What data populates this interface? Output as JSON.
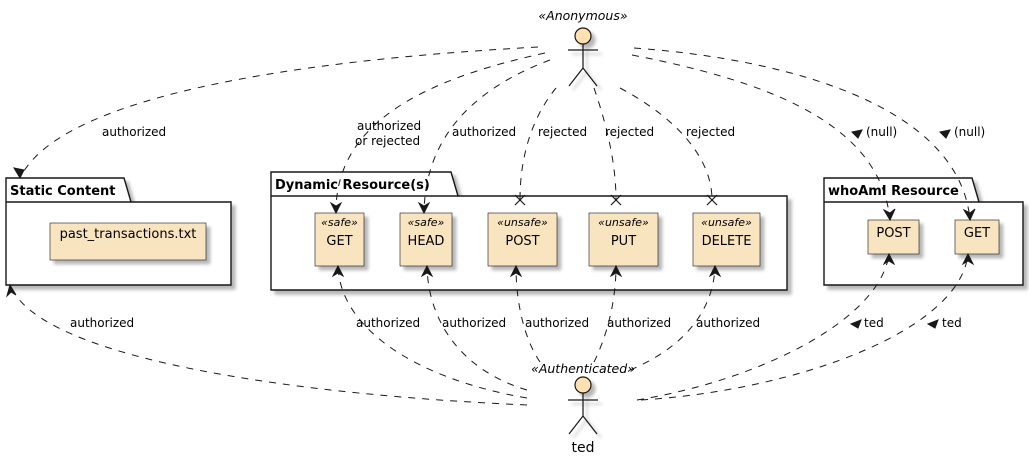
{
  "actors": {
    "anonymous": {
      "stereotype": "«Anonymous»",
      "name": ""
    },
    "authenticated": {
      "stereotype": "«Authenticated»",
      "name": "ted"
    }
  },
  "packages": {
    "static": {
      "title": "Static Content",
      "nodes": {
        "past_transactions": {
          "stereotype": "",
          "label": "past_transactions.txt"
        }
      }
    },
    "dynamic": {
      "title": "Dynamic Resource(s)",
      "nodes": {
        "get": {
          "stereotype": "«safe»",
          "label": "GET"
        },
        "head": {
          "stereotype": "«safe»",
          "label": "HEAD"
        },
        "post": {
          "stereotype": "«unsafe»",
          "label": "POST"
        },
        "put": {
          "stereotype": "«unsafe»",
          "label": "PUT"
        },
        "delete": {
          "stereotype": "«unsafe»",
          "label": "DELETE"
        }
      }
    },
    "whoami": {
      "title": "whoAmI Resource",
      "nodes": {
        "post": {
          "stereotype": "",
          "label": "POST"
        },
        "get": {
          "stereotype": "",
          "label": "GET"
        }
      }
    }
  },
  "edge_labels": {
    "anon_static": "authorized",
    "anon_get_line1": "authorized",
    "anon_get_line2": "or rejected",
    "anon_head": "authorized",
    "anon_post": "rejected",
    "anon_put": "rejected",
    "anon_delete": "rejected",
    "anon_whoami_post": "(null)",
    "anon_whoami_get": "(null)",
    "auth_static": "authorized",
    "auth_get": "authorized",
    "auth_head": "authorized",
    "auth_post": "authorized",
    "auth_put": "authorized",
    "auth_delete": "authorized",
    "auth_whoami_post": "ted",
    "auth_whoami_get": "ted"
  },
  "colors": {
    "node_fill": "#F8E4BE",
    "actor_fill": "#FFE0B0",
    "package_fill": "#FFFFFF",
    "line": "#181818",
    "shadow": "#C8C8C8"
  }
}
